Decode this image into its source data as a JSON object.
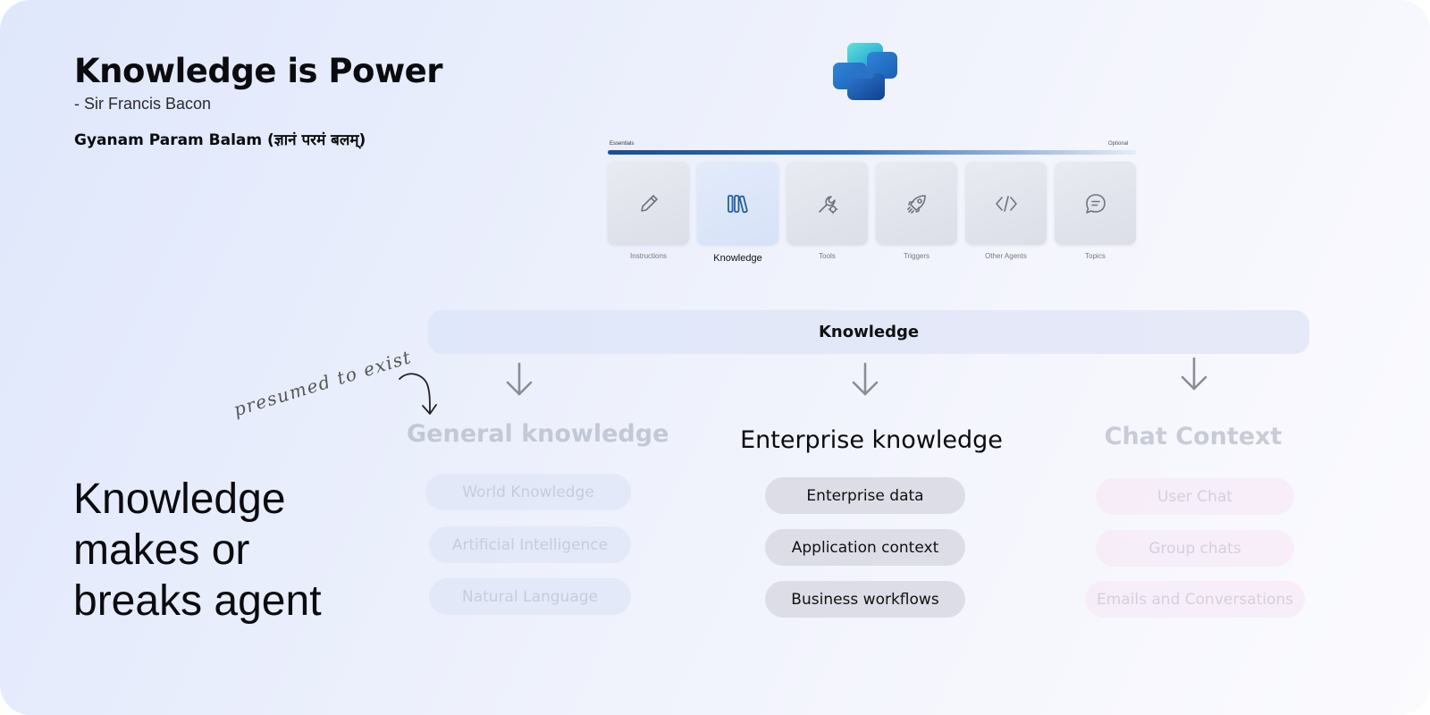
{
  "quote": {
    "title": "Knowledge is Power",
    "author": "- Sir Francis Bacon",
    "transliteration": "Gyanam Param Balam (ज्ञानं परमं बलम्)"
  },
  "tagline": [
    "Knowledge",
    "makes or",
    "breaks agent"
  ],
  "logo": {
    "icon": "copilot-studio-logo"
  },
  "stepper": {
    "progress_left": "Essentials",
    "progress_right": "Optional",
    "active_index": 1,
    "steps": [
      {
        "label": "Instructions",
        "icon": "pencil-icon"
      },
      {
        "label": "Knowledge",
        "icon": "library-books-icon"
      },
      {
        "label": "Tools",
        "icon": "wrench-gear-icon"
      },
      {
        "label": "Triggers",
        "icon": "rocket-icon"
      },
      {
        "label": "Other Agents",
        "icon": "code-brackets-icon"
      },
      {
        "label": "Topics",
        "icon": "chat-bubble-icon"
      }
    ]
  },
  "banner": {
    "label": "Knowledge"
  },
  "note": {
    "text": "presumed to exist"
  },
  "columns": {
    "general": {
      "heading": "General knowledge",
      "items": [
        "World Knowledge",
        "Artificial Intelligence",
        "Natural Language"
      ]
    },
    "enterprise": {
      "heading": "Enterprise knowledge",
      "items": [
        "Enterprise data",
        "Application context",
        "Business workflows"
      ]
    },
    "chat": {
      "heading": "Chat Context",
      "items": [
        "User Chat",
        "Group chats",
        "Emails and Conversations"
      ]
    }
  },
  "colors": {
    "progress_active": "#1c4f8f",
    "icon_active": "#1f5fa8",
    "icon_inactive": "#6f7380",
    "pill_enterprise": "#dcdde6"
  }
}
